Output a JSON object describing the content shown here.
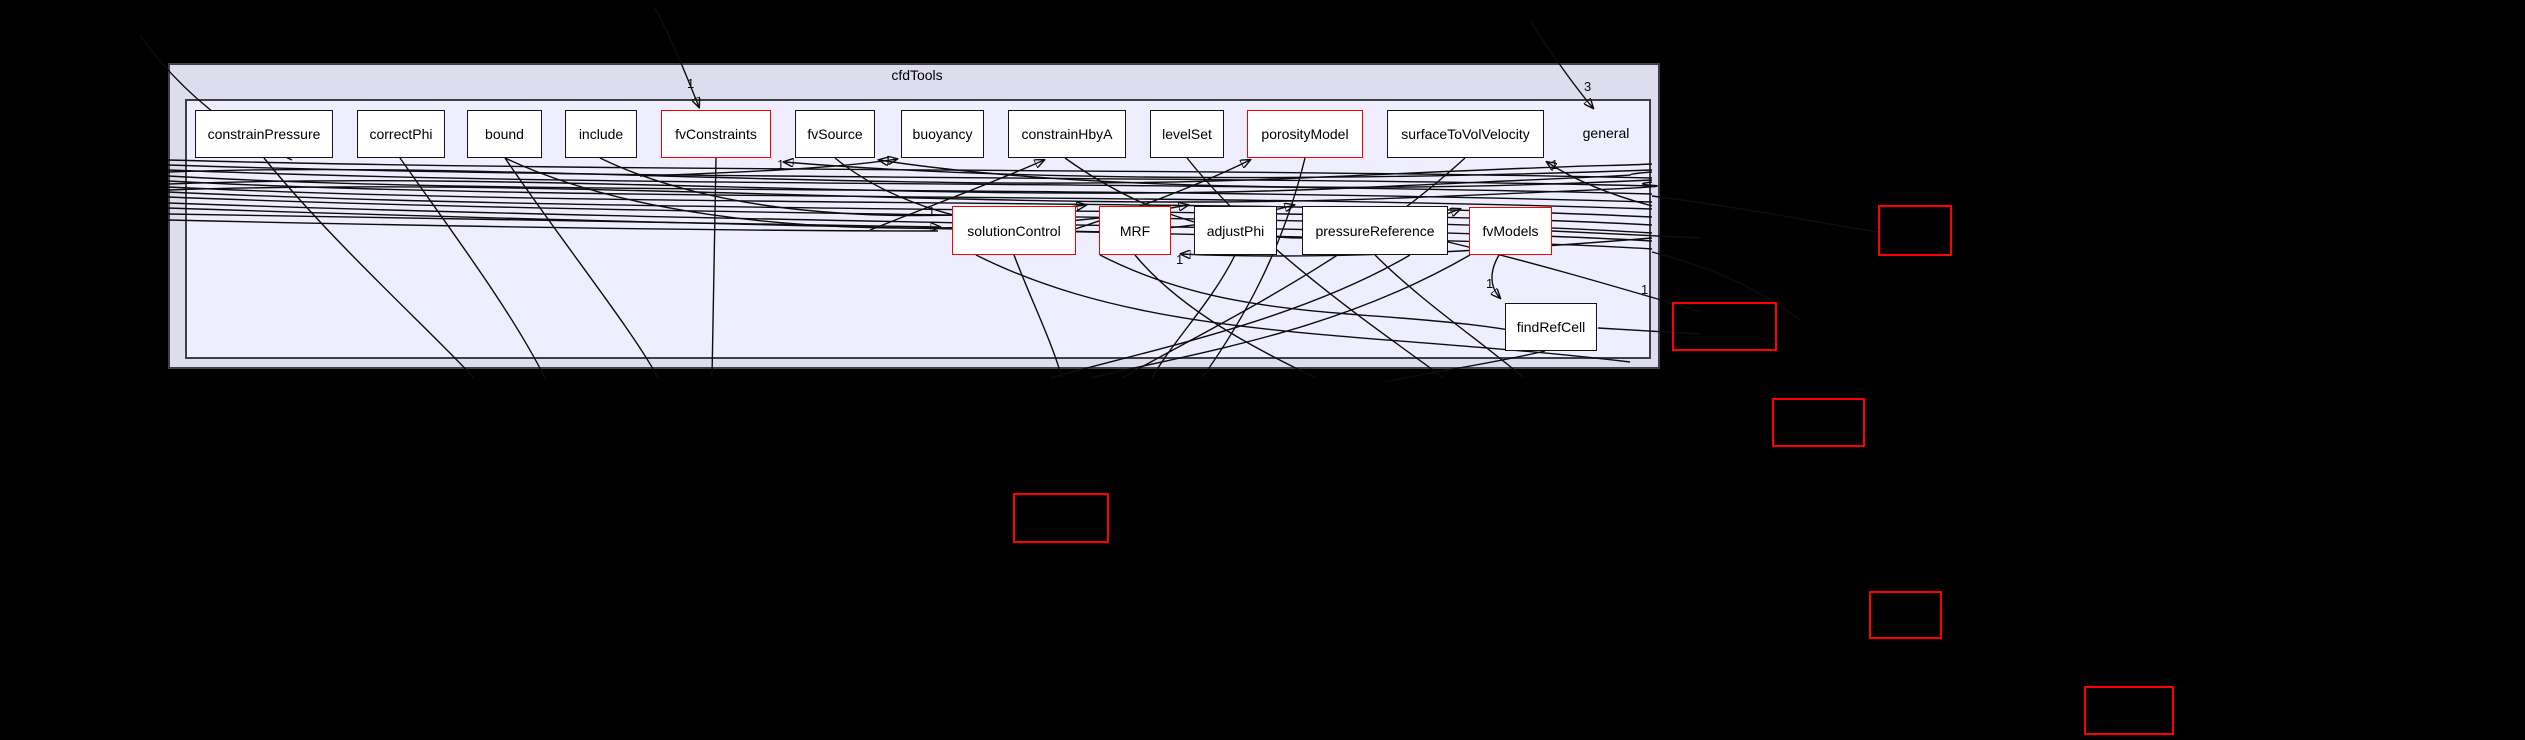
{
  "page": {
    "background": "#000000"
  },
  "graph": {
    "outer_cluster_label": "cfdTools",
    "inner_cluster_label": "general",
    "nodes": [
      {
        "label": "constrainPressure",
        "red": false
      },
      {
        "label": "correctPhi",
        "red": false
      },
      {
        "label": "bound",
        "red": false
      },
      {
        "label": "include",
        "red": false
      },
      {
        "label": "fvConstraints",
        "red": true
      },
      {
        "label": "fvSource",
        "red": false
      },
      {
        "label": "buoyancy",
        "red": false
      },
      {
        "label": "constrainHbyA",
        "red": false
      },
      {
        "label": "levelSet",
        "red": false
      },
      {
        "label": "porosityModel",
        "red": true
      },
      {
        "label": "surfaceToVolVelocity",
        "red": false
      },
      {
        "label": "solutionControl",
        "red": true
      },
      {
        "label": "MRF",
        "red": true
      },
      {
        "label": "adjustPhi",
        "red": false
      },
      {
        "label": "pressureReference",
        "red": false
      },
      {
        "label": "fvModels",
        "red": true
      },
      {
        "label": "findRefCell",
        "red": false
      }
    ],
    "external_boxes": [
      {
        "label": ""
      },
      {
        "label": ""
      },
      {
        "label": ""
      },
      {
        "label": ""
      },
      {
        "label": ""
      },
      {
        "label": ""
      }
    ],
    "edge_labels": [
      {
        "text": "1"
      },
      {
        "text": "3"
      },
      {
        "text": "1"
      },
      {
        "text": "1"
      },
      {
        "text": "1"
      },
      {
        "text": "1"
      },
      {
        "text": "1"
      },
      {
        "text": "1"
      }
    ],
    "colors": {
      "outer_fill": "#ddddee",
      "inner_fill": "#eeeeff",
      "node_fill": "#ffffff",
      "node_border": "#141414",
      "red_border": "#ff0000",
      "edge": "#0d0d0d",
      "background": "#000000"
    }
  }
}
